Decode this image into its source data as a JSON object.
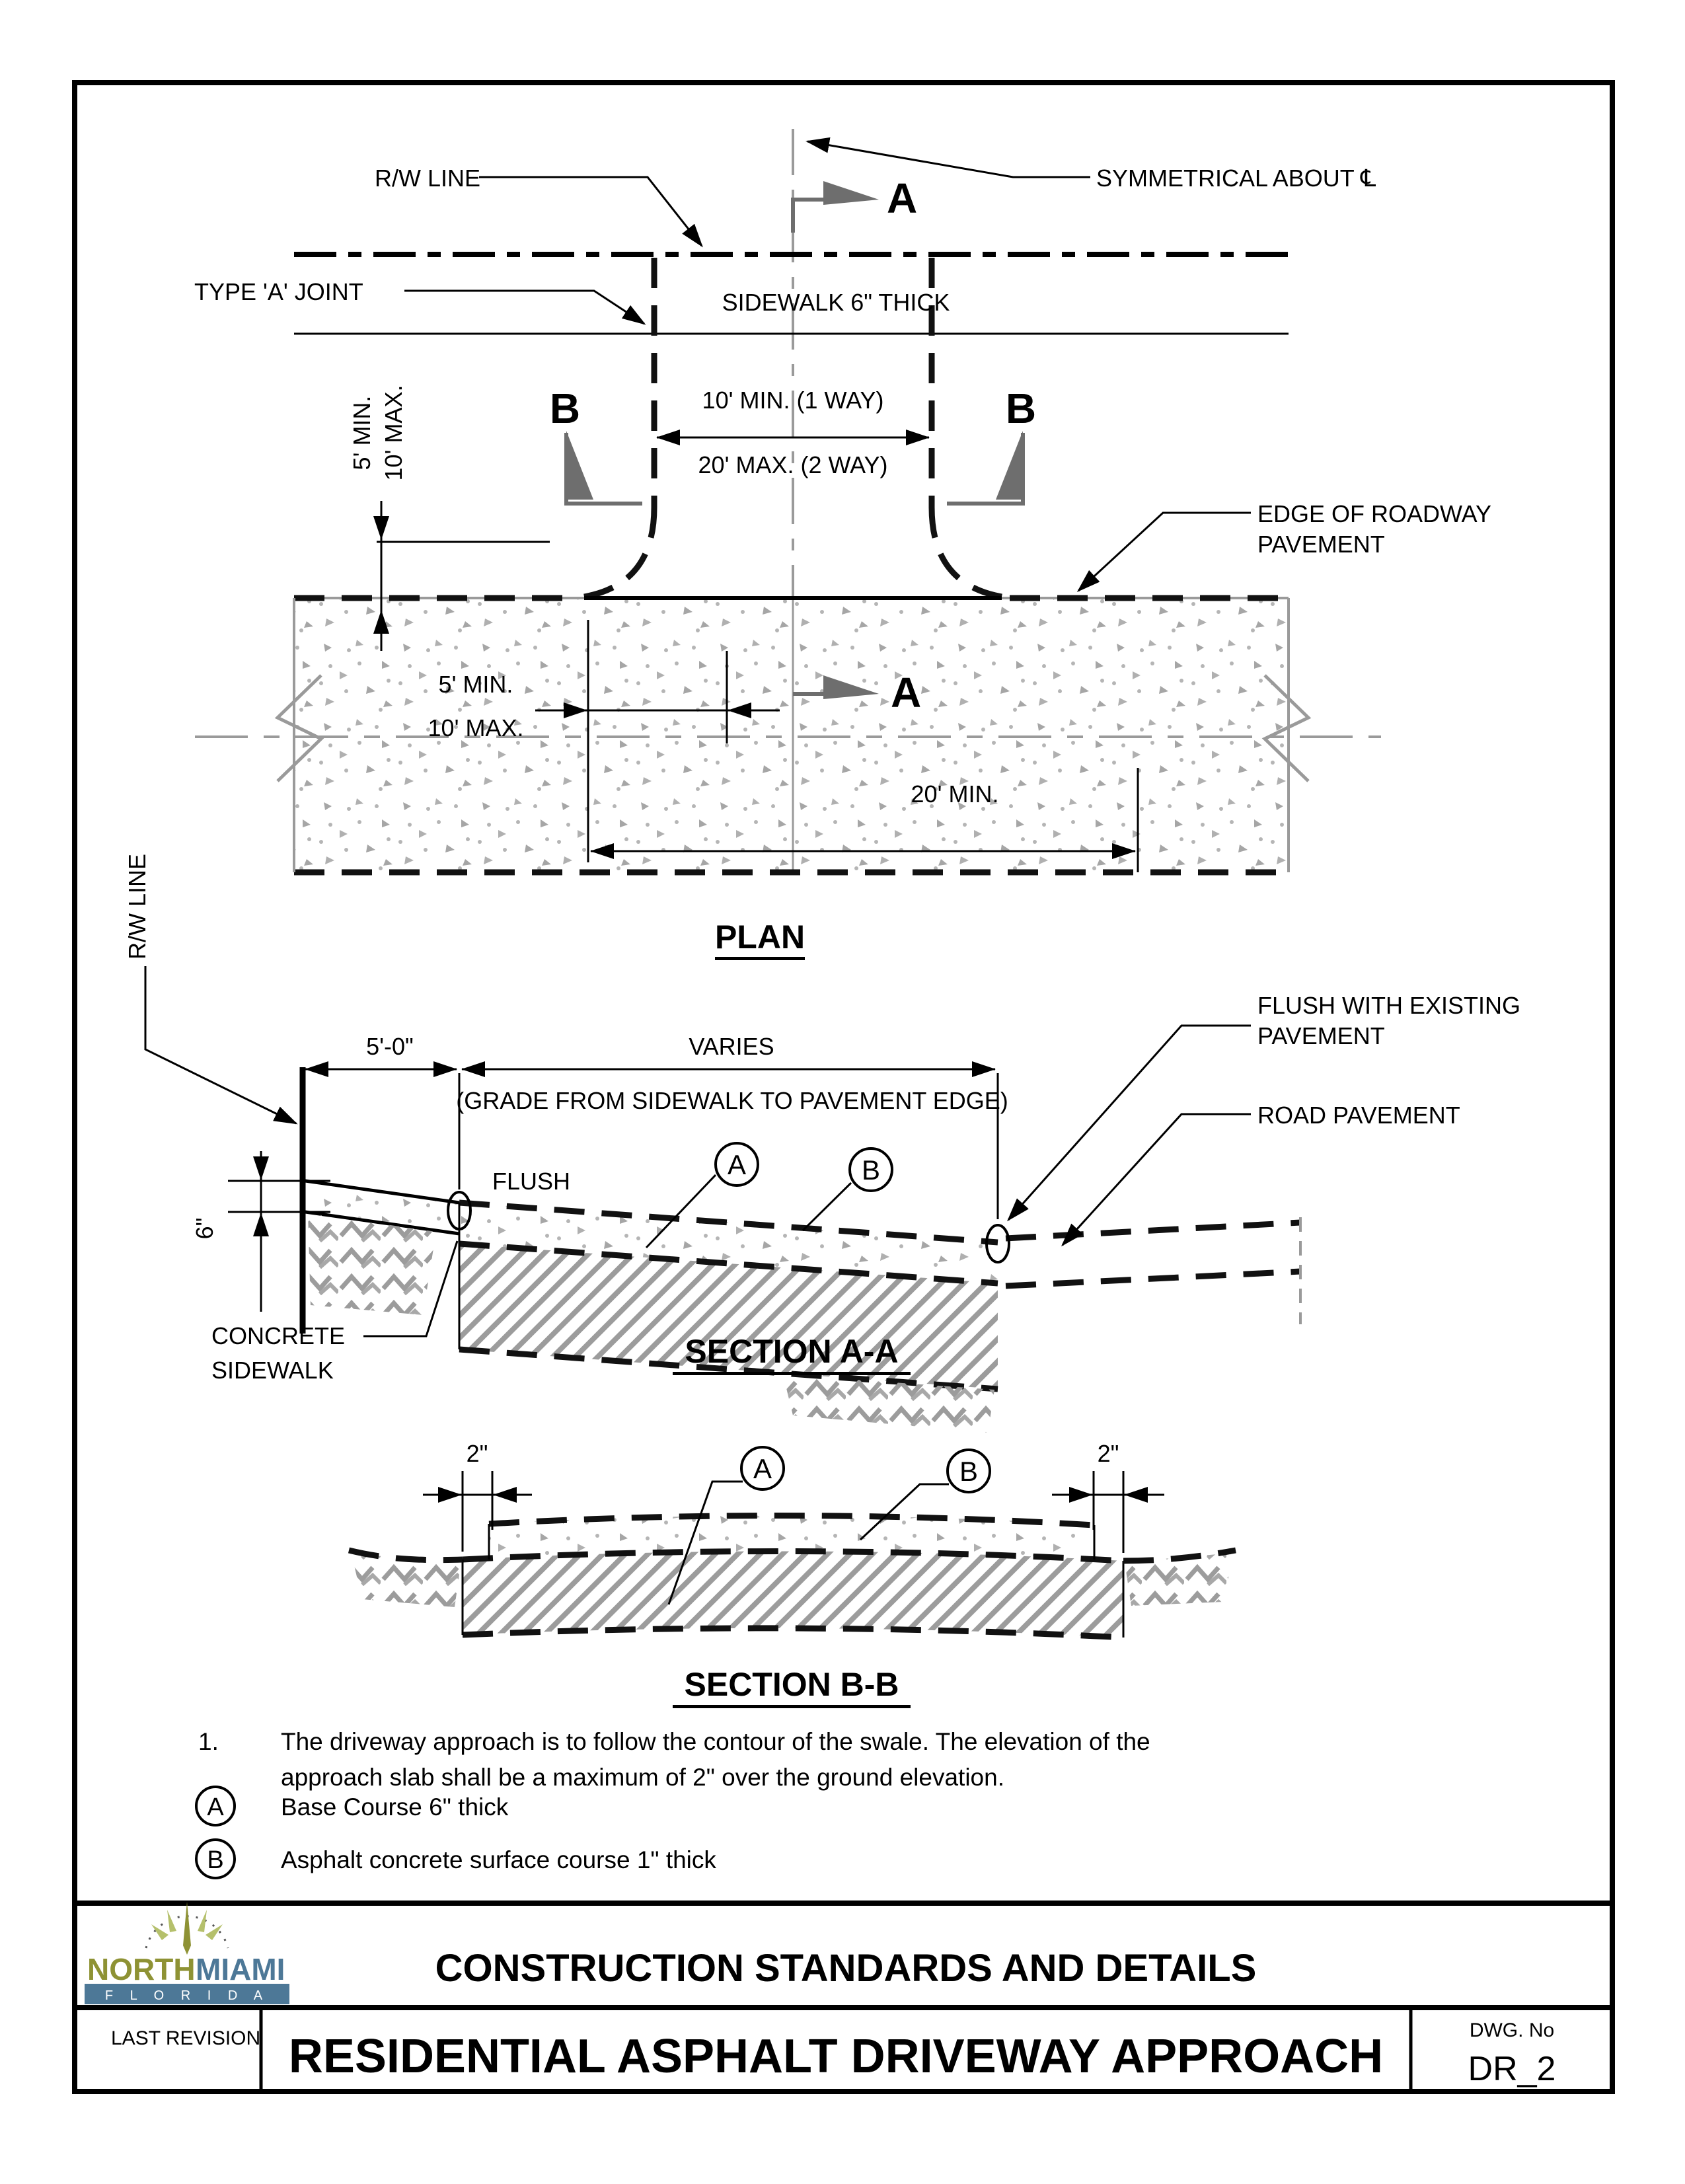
{
  "colors": {
    "ink": "#000000",
    "section_marker_gray": "#6e6e6e",
    "drawing_gray": "#9a9a9a",
    "logo_olive": "#8e9234",
    "logo_ray": "#b5c06c",
    "logo_blue": "#4d7897"
  },
  "plan": {
    "title": "PLAN",
    "rw_line_label": "R/W LINE",
    "symmetrical_label": "SYMMETRICAL ABOUT ℄",
    "type_a_joint_label": "TYPE 'A' JOINT",
    "sidewalk_label": "SIDEWALK 6\" THICK",
    "dim_width_min": "10' MIN. (1 WAY)",
    "dim_width_max": "20' MAX. (2 WAY)",
    "dim_depth_min": "5' MIN.",
    "dim_depth_max": "10' MAX.",
    "dim_side_min": "5' MIN.",
    "dim_side_max": "10' MAX.",
    "edge_label_1": "EDGE OF ROADWAY",
    "edge_label_2": "PAVEMENT",
    "dim_road_min": "20' MIN.",
    "rw_line_left_label": "R/W LINE",
    "section_a_marker": "A",
    "section_b_marker": "B"
  },
  "section_aa": {
    "title": "SECTION A-A",
    "dim_sidewalk": "5'-0\"",
    "dim_varies": "VARIES",
    "grade_note": "(GRADE FROM SIDEWALK TO PAVEMENT EDGE)",
    "flush_label": "FLUSH",
    "dim_thickness": "6\"",
    "flush_existing_1": "FLUSH WITH EXISTING",
    "flush_existing_2": "PAVEMENT",
    "road_pavement_label": "ROAD PAVEMENT",
    "concrete_1": "CONCRETE",
    "concrete_2": "SIDEWALK",
    "callout_a": "A",
    "callout_b": "B"
  },
  "section_bb": {
    "title": "SECTION B-B",
    "dim_left": "2\"",
    "dim_right": "2\"",
    "callout_a": "A",
    "callout_b": "B"
  },
  "notes": {
    "item_number": "1.",
    "line1": "The driveway approach is to follow the contour of the swale. The elevation of the",
    "line2": "approach slab shall be a maximum of 2\" over the ground elevation.",
    "legend_a_letter": "A",
    "legend_a_text": "Base Course 6\" thick",
    "legend_b_letter": "B",
    "legend_b_text": "Asphalt concrete surface course 1\" thick"
  },
  "title_block": {
    "heading": "CONSTRUCTION STANDARDS AND DETAILS",
    "last_revision": "LAST REVISION",
    "drawing_title": "RESIDENTIAL ASPHALT DRIVEWAY APPROACH",
    "dwg_no_label": "DWG. No",
    "dwg_no_value": "DR_2",
    "logo": {
      "north": "NORTH",
      "miami": "MIAMI",
      "state": "F L O R I D A"
    }
  }
}
